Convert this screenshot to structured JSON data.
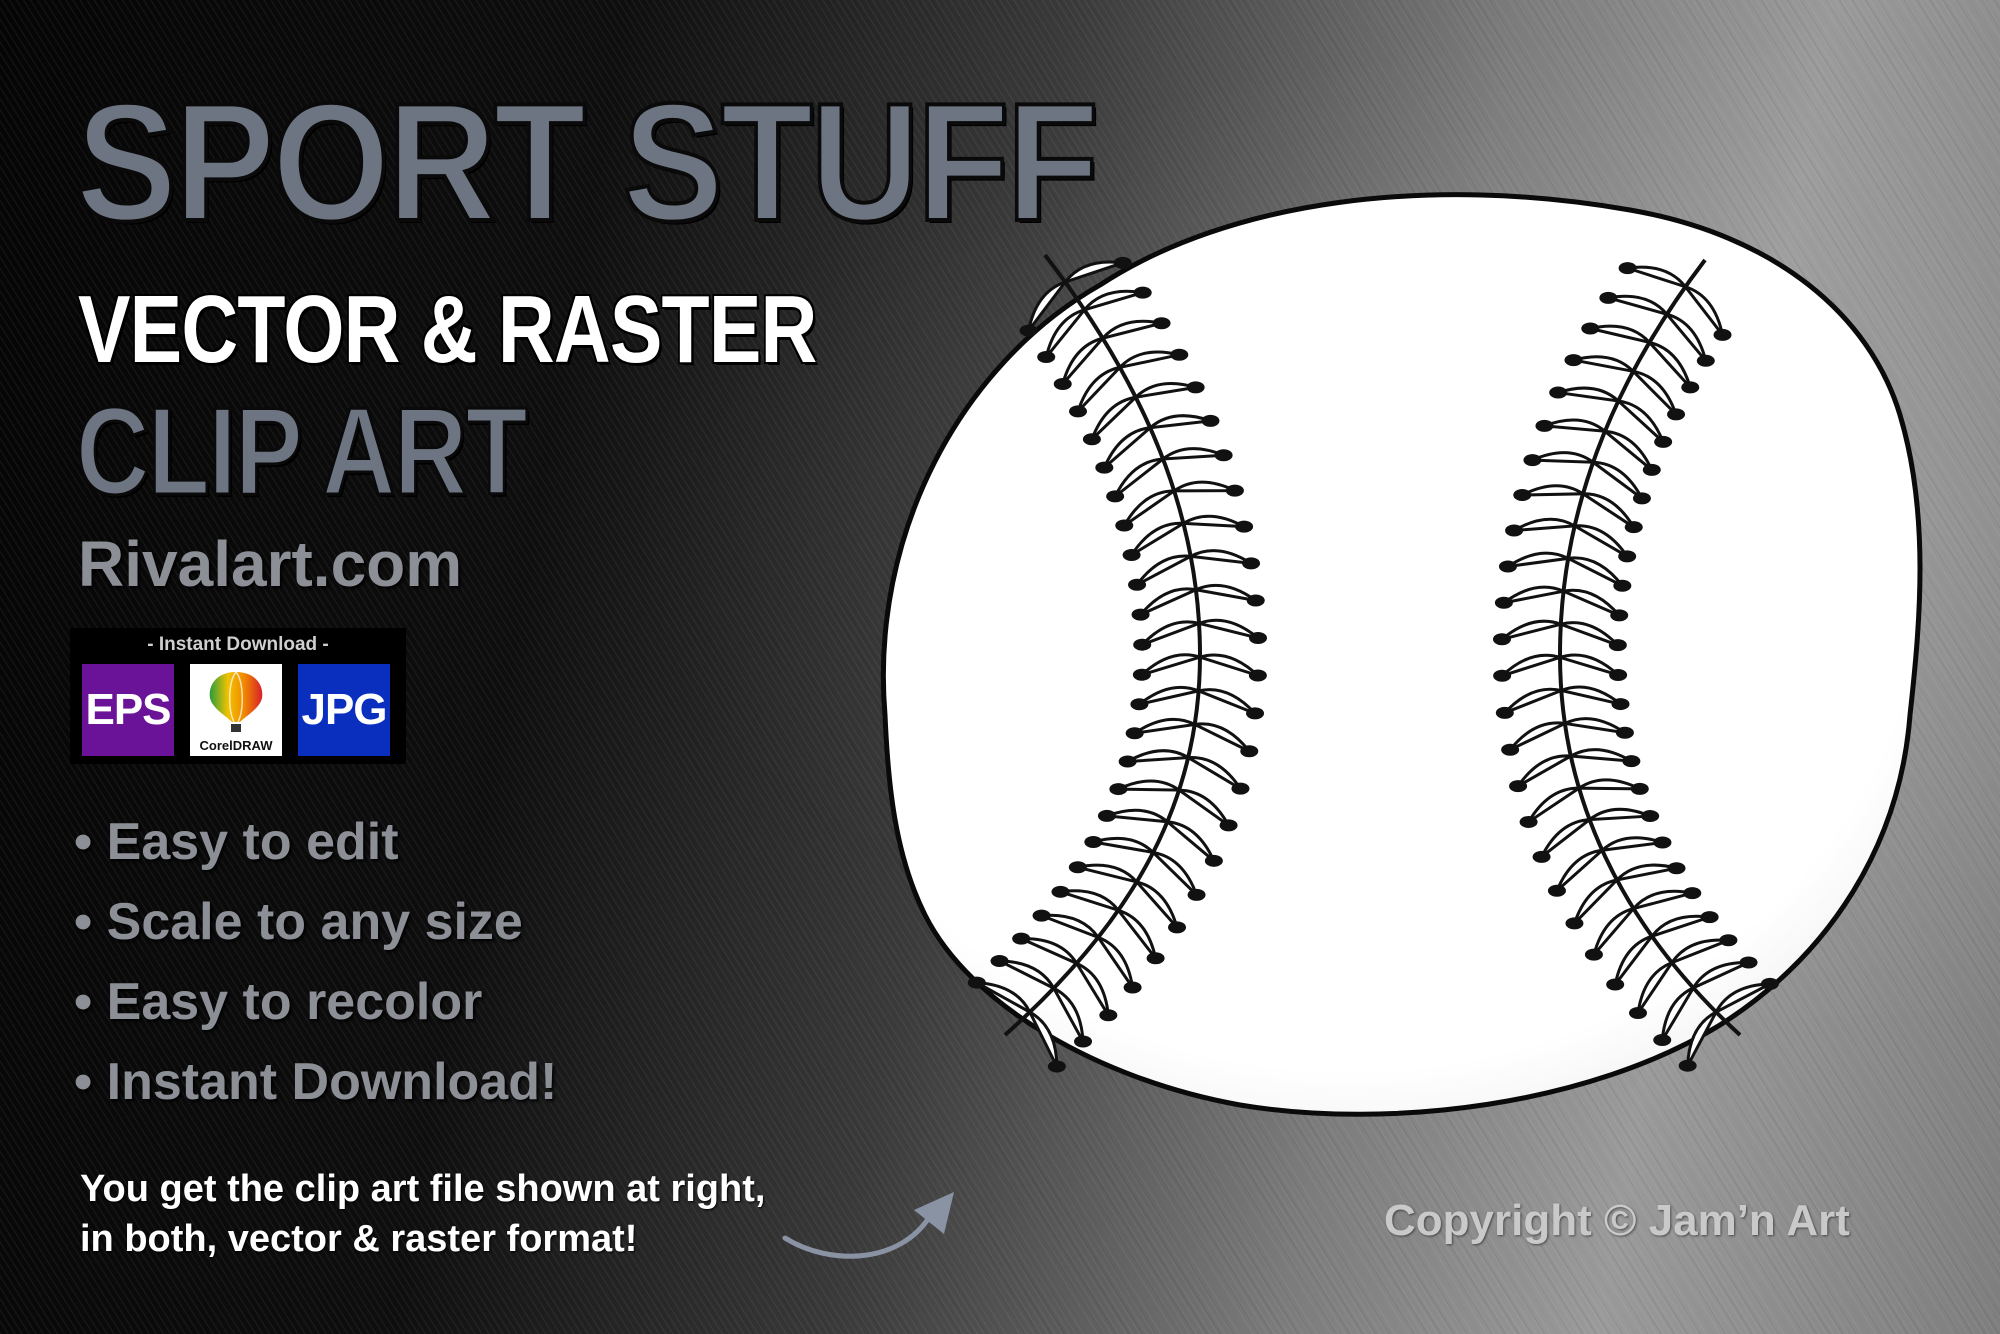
{
  "title": {
    "main": "SPORT STUFF",
    "subtitle": "VECTOR & RASTER",
    "line3": "CLIP ART"
  },
  "site": "Rivalart.com",
  "formats": {
    "caption": "- Instant Download -",
    "items": [
      {
        "label": "EPS",
        "color": "#6a1398"
      },
      {
        "label": "CorelDRAW",
        "color": "#ffffff"
      },
      {
        "label": "JPG",
        "color": "#0a2fbf"
      }
    ]
  },
  "features": [
    "• Easy to edit",
    "• Scale to any size",
    "• Easy to recolor",
    "• Instant Download!"
  ],
  "note": {
    "line1": "You get the clip art file shown at right,",
    "line2": "in both, vector & raster format!"
  },
  "copyright": "Copyright © Jam’n Art",
  "illustration": "baseball-icon",
  "colors": {
    "title_gray": "#6e7582",
    "text_gray": "#8c8f96",
    "copyright_gray": "#c9c9c9",
    "eps_purple": "#6a1398",
    "jpg_blue": "#0a2fbf"
  }
}
